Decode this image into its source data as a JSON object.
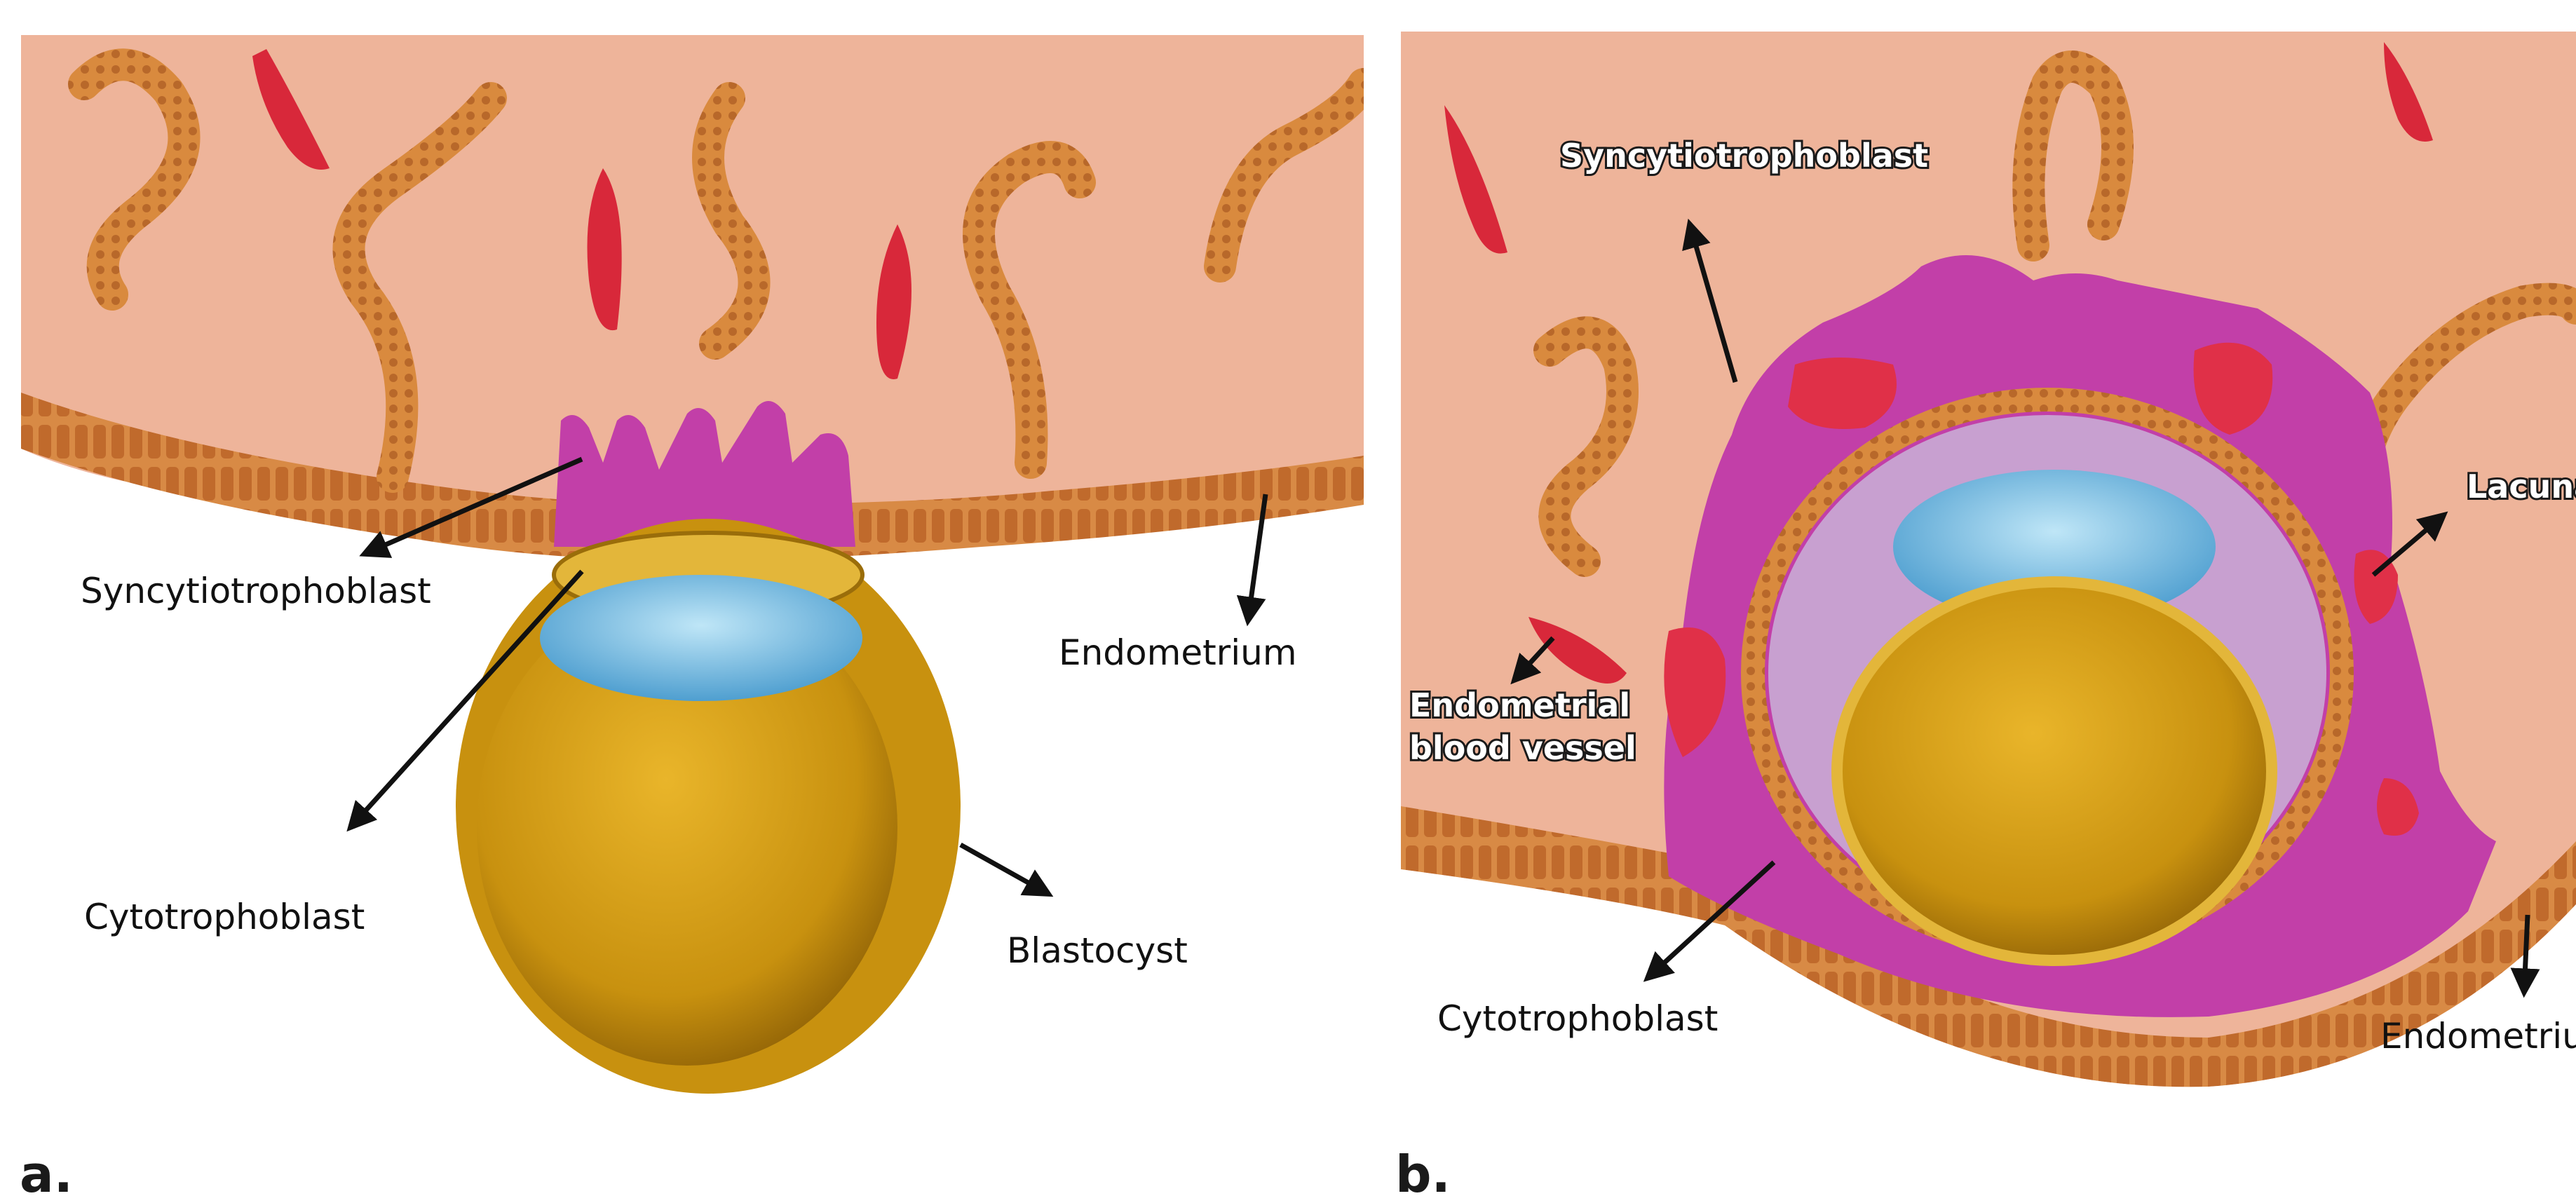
{
  "panel_a": {
    "letter": "a.",
    "labels": {
      "syncytiotrophoblast": "Syncytiotrophoblast",
      "cytotrophoblast": "Cytotrophoblast",
      "endometrium": "Endometrium",
      "blastocyst": "Blastocyst"
    }
  },
  "panel_b": {
    "letter": "b.",
    "labels": {
      "syncytiotrophoblast": "Syncytiotrophoblast",
      "lacuna": "Lacuna",
      "endometrial_blood_vessel_line1": "Endometrial",
      "endometrial_blood_vessel_line2": "blood vessel",
      "cytotrophoblast": "Cytotrophoblast",
      "endometrium": "Endometrium"
    }
  },
  "colors": {
    "endometrium_tissue": "#eeb49a",
    "gland": "#d98a3e",
    "syncytiotrophoblast": "#c23fa8",
    "blood": "#d8283a",
    "yolk_cavity": "#d9a41c",
    "inner_cell_mass": "#7fc4e8",
    "amniotic_cavity": "#c8a0d0"
  }
}
